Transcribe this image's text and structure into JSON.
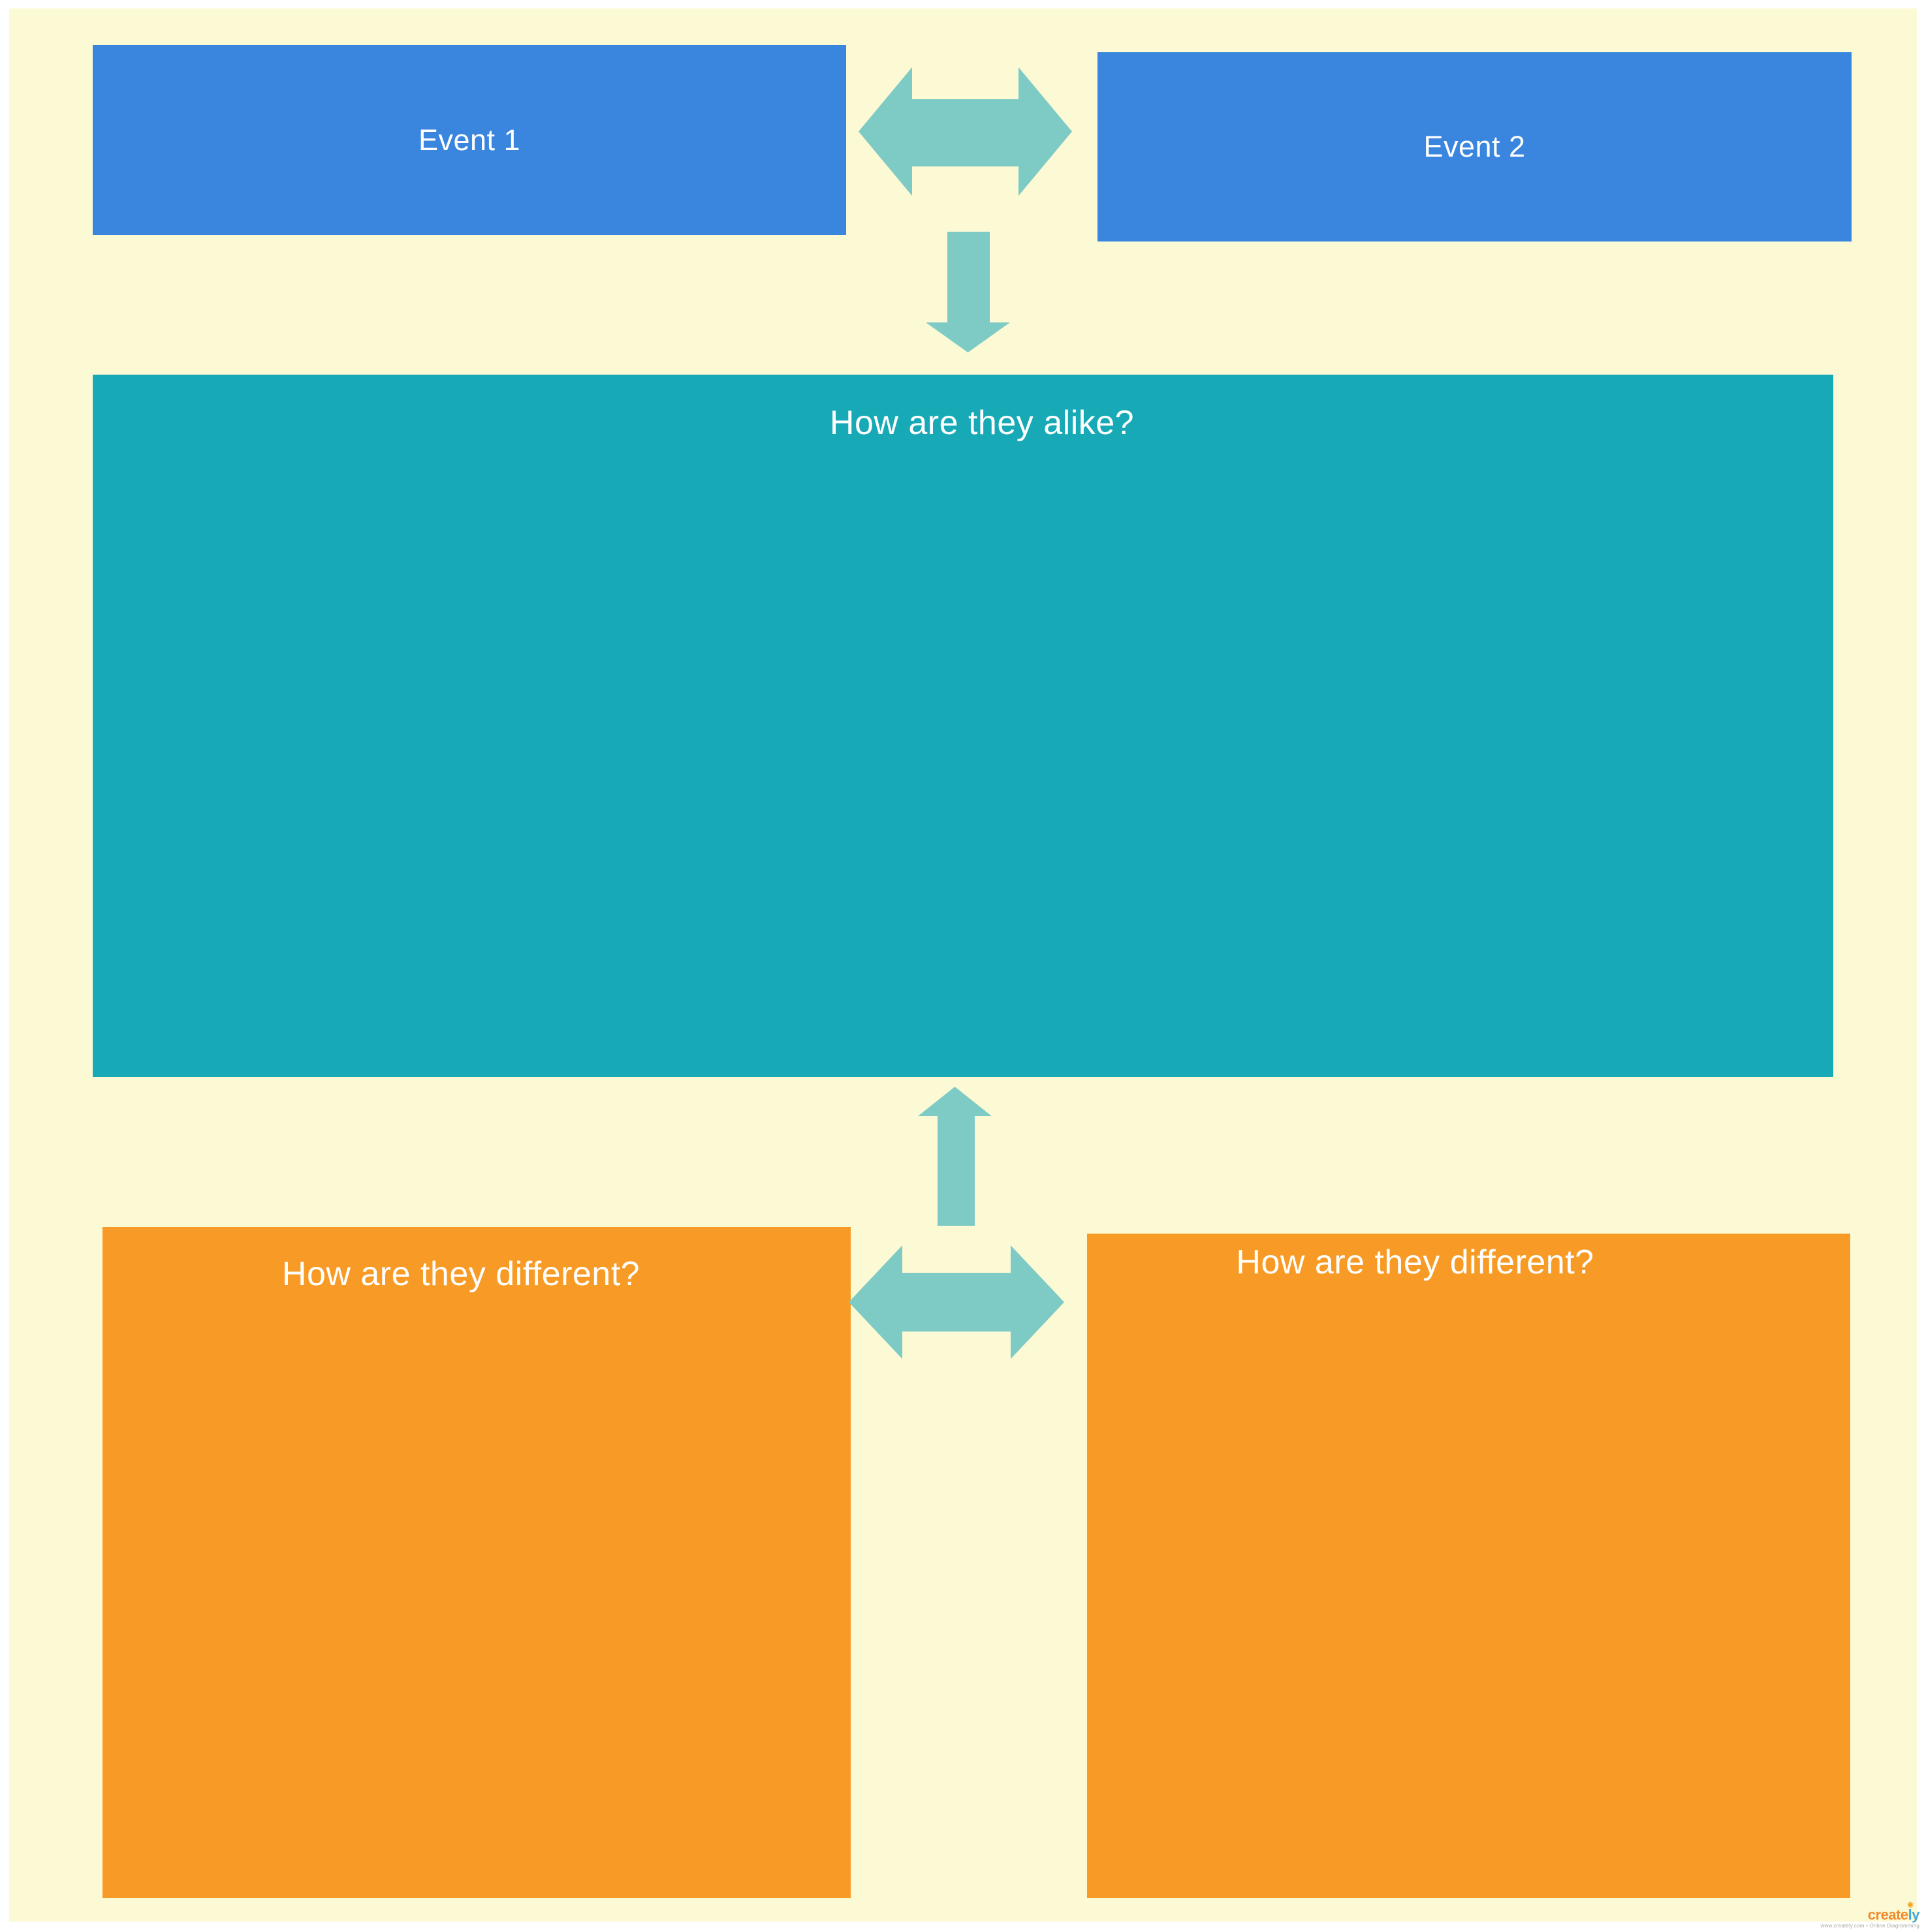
{
  "diagram": {
    "event1_label": "Event 1",
    "event2_label": "Event 2",
    "alike_title": "How are they alike?",
    "diff_left_title": "How are they different?",
    "diff_right_title": "How are they different?"
  },
  "colors": {
    "frame_white": "#ffffff",
    "canvas_cream": "#fcf9d5",
    "event_blue": "#3a86de",
    "alike_teal": "#17aab6",
    "different_orange": "#f79b26",
    "arrow_teal": "#7ecbc5",
    "label_text": "#ffffff",
    "logo_create_orange": "#ef8b2d",
    "logo_ly_blue": "#45a7da"
  },
  "shapes": {
    "arrow_icons": [
      "horizontal-double-arrow-top",
      "down-arrow",
      "up-arrow",
      "horizontal-double-arrow-bottom"
    ]
  },
  "watermark": {
    "brand_create": "create",
    "brand_ly": "ly",
    "sparkle_icon": "sparkle-icon",
    "tagline": "www.creately.com • Online Diagramming"
  }
}
